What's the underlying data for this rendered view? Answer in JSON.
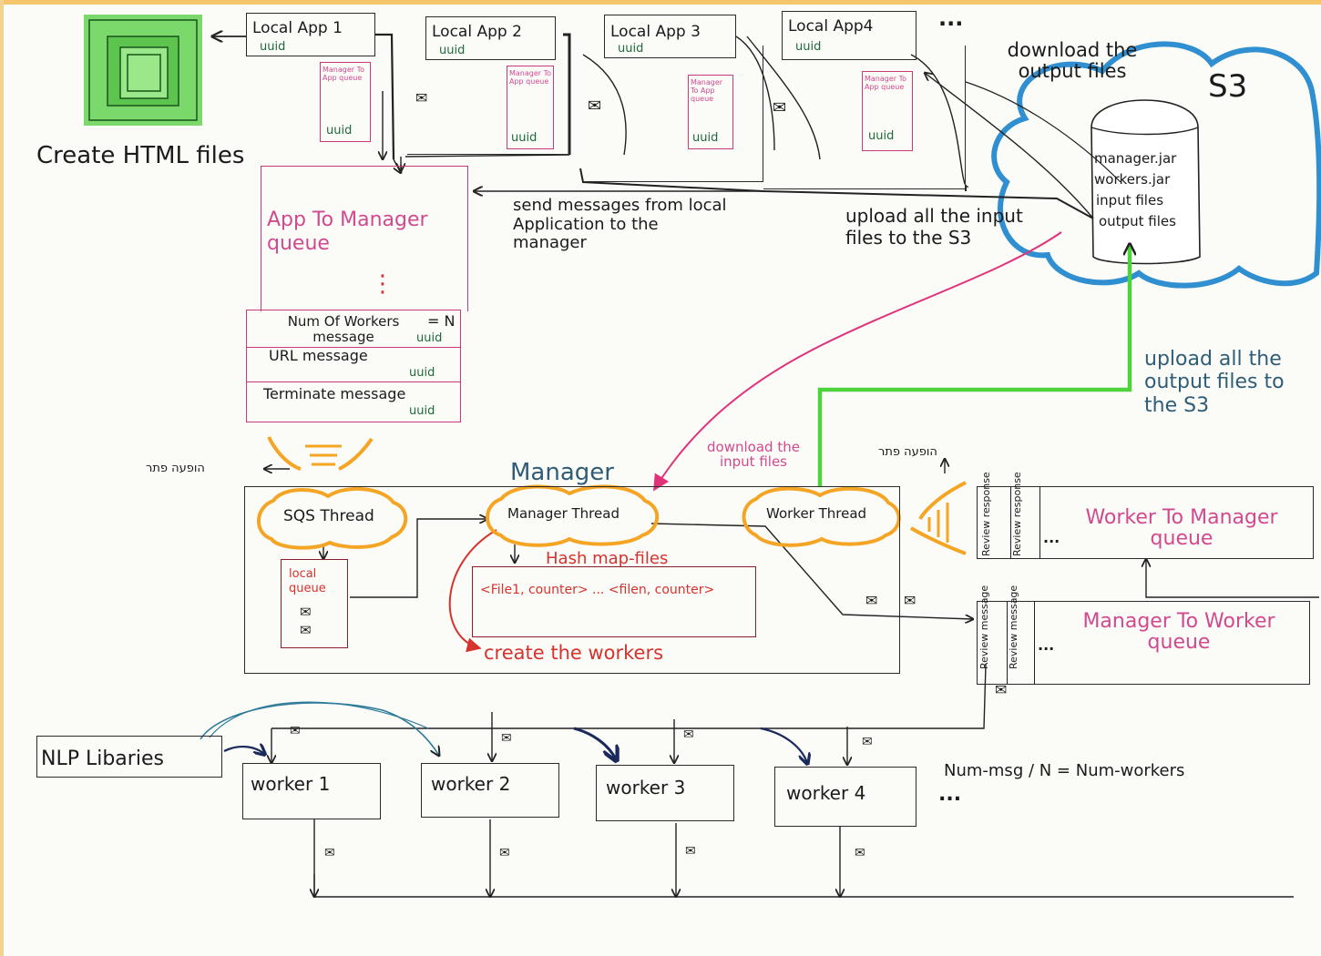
{
  "html_files_label": "Create HTML files",
  "local_apps": [
    {
      "name": "Local App 1",
      "uuid": "uuid",
      "queue_label": "Manager To App queue",
      "queue_uuid": "uuid"
    },
    {
      "name": "Local App 2",
      "uuid": "uuid",
      "queue_label": "Manager To App queue",
      "queue_uuid": "uuid"
    },
    {
      "name": "Local App 3",
      "uuid": "uuid",
      "queue_label": "Manager To App queue",
      "queue_uuid": "uuid"
    },
    {
      "name": "Local App4",
      "uuid": "uuid",
      "queue_label": "Manager To App queue",
      "queue_uuid": "uuid"
    }
  ],
  "apps_ellipsis": "...",
  "s3": {
    "title": "S3",
    "files": [
      "manager.jar",
      "workers.jar",
      "input files",
      "output files"
    ],
    "download_label": "download the output files",
    "upload_input_label": "upload all the input files to the S3",
    "upload_output_label": "upload all the output files to the S3"
  },
  "send_messages_label": "send messages from local Application to the manager",
  "app_to_manager_queue": {
    "title": "App To Manager queue",
    "dots": "⋮",
    "messages": [
      {
        "label": "Num Of Workers message",
        "extra": "= N",
        "uuid": "uuid"
      },
      {
        "label": "URL message",
        "uuid": "uuid"
      },
      {
        "label": "Terminate message",
        "uuid": "uuid"
      }
    ]
  },
  "hebrew_label": "הופעה פתר",
  "manager": {
    "title": "Manager",
    "sqs_thread": "SQS Thread",
    "manager_thread": "Manager Thread",
    "worker_thread": "Worker Thread",
    "local_queue": "local queue",
    "download_input_label": "download the input files",
    "hashmap_title": "Hash map-files",
    "hashmap_content": "<File1, counter> ... <filen, counter>",
    "create_workers": "create the workers"
  },
  "worker_to_manager_queue": {
    "title": "Worker To Manager queue",
    "item": "Review response",
    "ellipsis": "..."
  },
  "manager_to_worker_queue": {
    "title": "Manager To Worker queue",
    "item": "Review message",
    "ellipsis": "..."
  },
  "nlp_label": "NLP Libaries",
  "workers": [
    "worker 1",
    "worker 2",
    "worker 3",
    "worker 4"
  ],
  "workers_ellipsis": "...",
  "formula": "Num-msg / N = Num-workers"
}
